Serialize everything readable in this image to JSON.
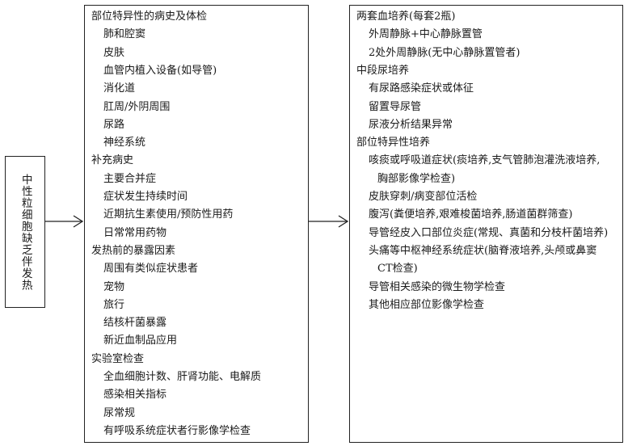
{
  "left_box": {
    "text": "中性粒细胞缺乏伴发热"
  },
  "middle_box": {
    "lines": [
      {
        "text": "部位特异性的病史及体检",
        "level": 0
      },
      {
        "text": "肺和腔窦",
        "level": 1
      },
      {
        "text": "皮肤",
        "level": 1
      },
      {
        "text": "血管内植入设备(如导管)",
        "level": 1
      },
      {
        "text": "消化道",
        "level": 1
      },
      {
        "text": "肛周/外阴周围",
        "level": 1
      },
      {
        "text": "尿路",
        "level": 1
      },
      {
        "text": "神经系统",
        "level": 1
      },
      {
        "text": "补充病史",
        "level": 0
      },
      {
        "text": "主要合并症",
        "level": 1
      },
      {
        "text": "症状发生持续时间",
        "level": 1
      },
      {
        "text": "近期抗生素使用/预防性用药",
        "level": 1
      },
      {
        "text": "日常常用药物",
        "level": 1
      },
      {
        "text": "发热前的暴露因素",
        "level": 0
      },
      {
        "text": "周围有类似症状患者",
        "level": 1
      },
      {
        "text": "宠物",
        "level": 1
      },
      {
        "text": "旅行",
        "level": 1
      },
      {
        "text": "结核杆菌暴露",
        "level": 1
      },
      {
        "text": "新近血制品应用",
        "level": 1
      },
      {
        "text": "实验室检查",
        "level": 0
      },
      {
        "text": "全血细胞计数、肝肾功能、电解质",
        "level": 1
      },
      {
        "text": "感染相关指标",
        "level": 1
      },
      {
        "text": "尿常规",
        "level": 1
      },
      {
        "text": "有呼吸系统症状者行影像学检查",
        "level": 1
      }
    ]
  },
  "right_box": {
    "lines": [
      {
        "text": "两套血培养(每套2瓶)",
        "level": 0
      },
      {
        "text": "外周静脉+中心静脉置管",
        "level": 1
      },
      {
        "text": "2处外周静脉(无中心静脉置管者)",
        "level": 1
      },
      {
        "text": "中段尿培养",
        "level": 0
      },
      {
        "text": "有尿路感染症状或体征",
        "level": 1
      },
      {
        "text": "留置导尿管",
        "level": 1
      },
      {
        "text": "尿液分析结果异常",
        "level": 1
      },
      {
        "text": "部位特异性培养",
        "level": 0
      },
      {
        "text": "咳痰或呼吸道症状(痰培养,支气管肺泡灌洗液培养,",
        "level": 1
      },
      {
        "text": "胸部影像学检查)",
        "level": 2
      },
      {
        "text": "皮肤穿刺/病变部位活检",
        "level": 1
      },
      {
        "text": "腹泻(粪便培养,艰难梭菌培养,肠道菌群筛查)",
        "level": 1
      },
      {
        "text": "导管经皮入口部位炎症(常规、真菌和分枝杆菌培养)",
        "level": 1
      },
      {
        "text": "头痛等中枢神经系统症状(脑脊液培养,头颅或鼻窦",
        "level": 1
      },
      {
        "text": "CT检查)",
        "level": 2
      },
      {
        "text": "导管相关感染的微生物学检查",
        "level": 1
      },
      {
        "text": "其他相应部位影像学检查",
        "level": 1
      }
    ]
  }
}
